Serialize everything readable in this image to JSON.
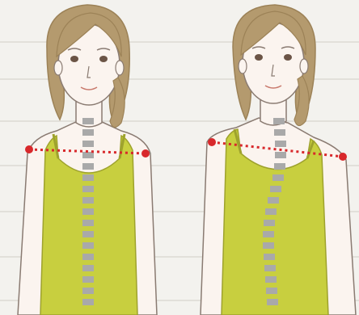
{
  "illustration": {
    "figures": [
      {
        "id": "figure-left",
        "shoulders": "level",
        "spine": "straight"
      },
      {
        "id": "figure-right",
        "shoulders": "tilted",
        "spine": "curved"
      }
    ]
  },
  "colors": {
    "background": "#f3f2ee",
    "plank_line": "#e2e0da",
    "skin": "#fbf4ef",
    "outline": "#8a7b72",
    "hair": "#b49a6e",
    "hair_dark": "#9c8257",
    "tank_top": "#c8cf3f",
    "tank_top_shade": "#b8bf33",
    "spine_marker": "#a9a9a9",
    "shoulder_marker": "#d8282b"
  }
}
